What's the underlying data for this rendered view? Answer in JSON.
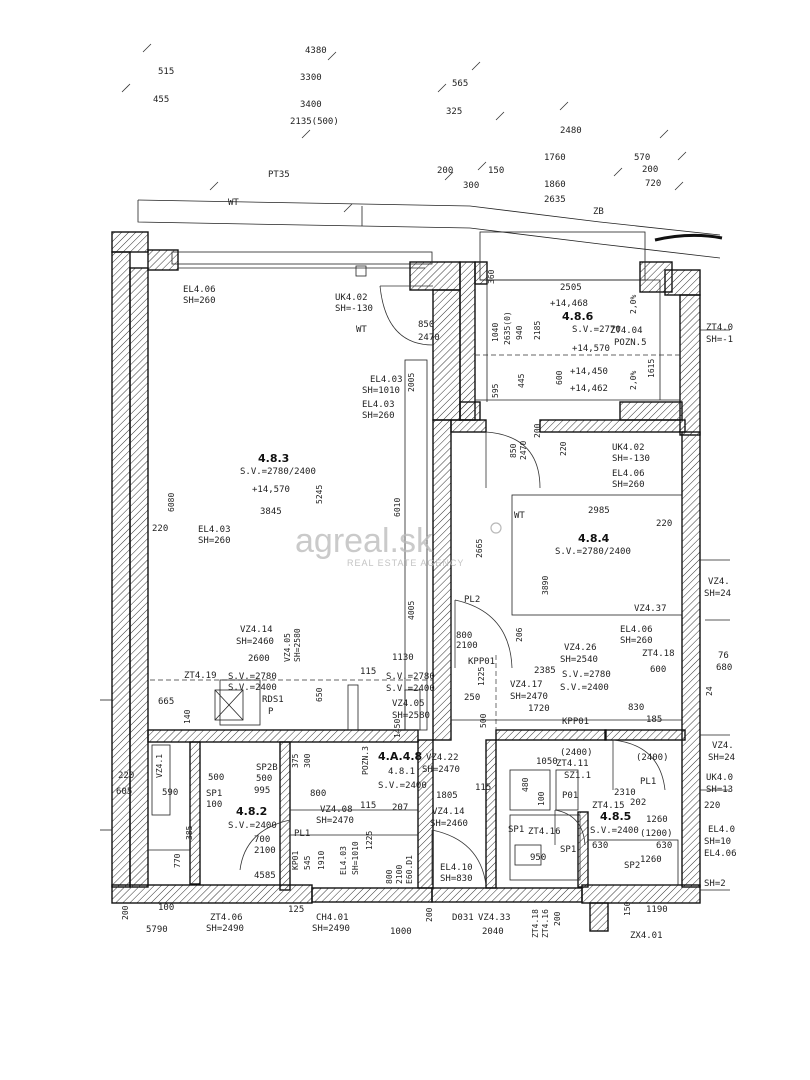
{
  "watermark": {
    "brand": "agreal.sk",
    "tagline": "REAL ESTATE AGENCY"
  },
  "rooms": [
    {
      "id": "4.8.3",
      "sv": "S.V.=2780/2400",
      "level": "+14,570"
    },
    {
      "id": "4.8.4",
      "sv": "S.V.=2780/2400"
    },
    {
      "id": "4.8.6",
      "sv": "S.V.=2770",
      "level": "+14,570"
    },
    {
      "id": "4.A.4.8",
      "sub": "4.8.1",
      "sv": "S.V.=2400"
    },
    {
      "id": "4.8.2",
      "sv": "S.V.=2400"
    },
    {
      "id": "4.8.5",
      "sv": "S.V.=2400"
    }
  ],
  "labels": {
    "pt35": "PT35",
    "wt_top": "WT",
    "wt_room": "WT",
    "wt_room2": "WT",
    "zb": "ZB",
    "d4380": "4380",
    "d515": "515",
    "d3300": "3300",
    "d455": "455",
    "d3400": "3400",
    "d2135": "2135(500)",
    "d565": "565",
    "d325": "325",
    "d2480": "2480",
    "d1760": "1760",
    "d570": "570",
    "d200a": "200",
    "d720": "720",
    "d200b": "200",
    "d150": "150",
    "d300": "300",
    "d1860": "1860",
    "d2635": "2635",
    "el406_top": "EL4.06",
    "sh260_top": "SH=260",
    "uk402": "UK4.02",
    "sh130": "SH=-130",
    "win850": "850",
    "win2470": "2470",
    "d2005": "2005",
    "el403a": "EL4.03",
    "sh1010": "SH=1010",
    "el403b": "EL4.03",
    "sh260a": "SH=260",
    "d6080": "6080",
    "d220a": "220",
    "el403c": "EL4.03",
    "sh260b": "SH=260",
    "d3845": "3845",
    "d5245": "5245",
    "d6010": "6010",
    "vz414": "VZ4.14",
    "sh2460": "SH=2460",
    "vz405": "VZ4.05",
    "sh2580": "SH=2580",
    "d2600": "2600",
    "zt419": "ZT4.19",
    "sv2780": "S.V.=2780",
    "sv2400": "S.V.=2400",
    "rds1": "RDS1",
    "p1": "P",
    "d665": "665",
    "d140": "140",
    "d650": "650",
    "d1130": "1130",
    "d115a": "115",
    "sv2780b": "S.V.=2780",
    "sv2400b": "S.V.=2400",
    "vz405b": "VZ4.05",
    "sh2580b": "SH=2580",
    "d1450": "1450",
    "d4005": "4005",
    "d2505": "2505",
    "lvl14468": "+14,468",
    "d1040": "1040",
    "d2635b": "2635(0)",
    "d940": "940",
    "d2185": "2185",
    "zt404": "ZT4.04",
    "pozn5": "POZN.5",
    "lvl14450": "+14,450",
    "lvl14462": "+14,462",
    "d2pct": "2,0%",
    "d2pctb": "2,0%",
    "d1615": "1615",
    "d600": "600",
    "d595": "595",
    "d445": "445",
    "d360": "360",
    "d850b": "850",
    "d2470b": "2470",
    "d200c": "200",
    "d220b": "220",
    "uk402b": "UK4.02",
    "sh130b": "SH=-130",
    "el406b": "EL4.06",
    "sh260c": "SH=260",
    "d2985": "2985",
    "d220c": "220",
    "d2665": "2665",
    "d3890": "3890",
    "vz437": "VZ4.37",
    "pl2": "PL2",
    "d800": "800",
    "d2100": "2100",
    "kpp01a": "KPP01",
    "d206": "206",
    "el406c": "EL4.06",
    "sh260d": "SH=260",
    "vz426": "VZ4.26",
    "sh2540": "SH=2540",
    "zt418": "ZT4.18",
    "d600b": "600",
    "d2385": "2385",
    "sv2780c": "S.V.=2780",
    "vz417": "VZ4.17",
    "sh2470": "SH=2470",
    "sv2400c": "S.V.=2400",
    "d250": "250",
    "d1225": "1225",
    "d1720": "1720",
    "d830": "830",
    "kpp01b": "KPP01",
    "d185": "185",
    "d500a": "500",
    "vz422": "VZ4.22",
    "sh2470b": "SH=2470",
    "d1805": "1805",
    "pozn3": "POZN.3",
    "sp2b": "SP2B",
    "d500b": "500",
    "d995": "995",
    "sp1a": "SP1",
    "d100": "100",
    "d500c": "500",
    "d590": "590",
    "vz4": "VZ4.1",
    "d220d": "220",
    "d605": "605",
    "d700": "700",
    "d2100b": "2100",
    "pl1a": "PL1",
    "kp01": "KP01",
    "d545": "545",
    "d1910": "1910",
    "el403d": "EL4.03",
    "sh1010b": "SH=1010",
    "d1225b": "1225",
    "d800b": "800",
    "d2100c": "2100",
    "e60d1": "E60.D1",
    "el410": "EL4.10",
    "sh830": "SH=830",
    "vz414b": "VZ4.14",
    "sh2460b": "SH=2460",
    "d207": "207",
    "d115b": "115",
    "d115c": "115",
    "vz408": "VZ4.08",
    "sh2470c": "SH=2470",
    "d375": "375",
    "d300b": "300",
    "d800c": "800",
    "d1050": "1050",
    "zt411": "ZT4.11",
    "sz11": "SZ1.1",
    "po1": "P01",
    "d480": "480",
    "d100b": "100",
    "d2400": "(2400)",
    "d1300": "(2400)",
    "pl1b": "PL1",
    "d2310": "2310",
    "d202": "202",
    "zt415": "ZT4.15",
    "d1260": "1260",
    "d1200": "(1200)",
    "d630a": "630",
    "d630b": "630",
    "sp2": "SP2",
    "d1260b": "1260",
    "sp1b": "SP1",
    "sp1c": "SP1",
    "zt416": "ZT4.16",
    "d950": "950",
    "d770": "770",
    "d385": "385",
    "d4585": "4585",
    "d200d": "200",
    "d100c": "100",
    "d5790": "5790",
    "zt406": "ZT4.06",
    "sh2490": "SH=2490",
    "d125": "125",
    "ch401": "CH4.01",
    "sh2490b": "SH=2490",
    "d1000": "1000",
    "d200e": "200",
    "d031": "D031",
    "vz433": "VZ4.33",
    "d2040": "2040",
    "zt418b": "ZT4.18",
    "zt416b": "ZT4.16",
    "d200f": "200",
    "d150b": "150",
    "d1190": "1190",
    "zx401": "ZX4.01",
    "zt4": "ZT4.0",
    "sh_right": "SH=-1",
    "vz4r": "VZ4.",
    "sh24": "SH=24",
    "d76": "76",
    "d680": "680",
    "uk4": "UK4.0",
    "sh13": "SH=13",
    "el4r": "EL4.0",
    "sh10": "SH=10",
    "el406r": "EL4.06",
    "sh2r": "SH=2",
    "d220r": "220",
    "d24": "24",
    "vz4b": "VZ4.",
    "sh24b": "SH=24"
  }
}
